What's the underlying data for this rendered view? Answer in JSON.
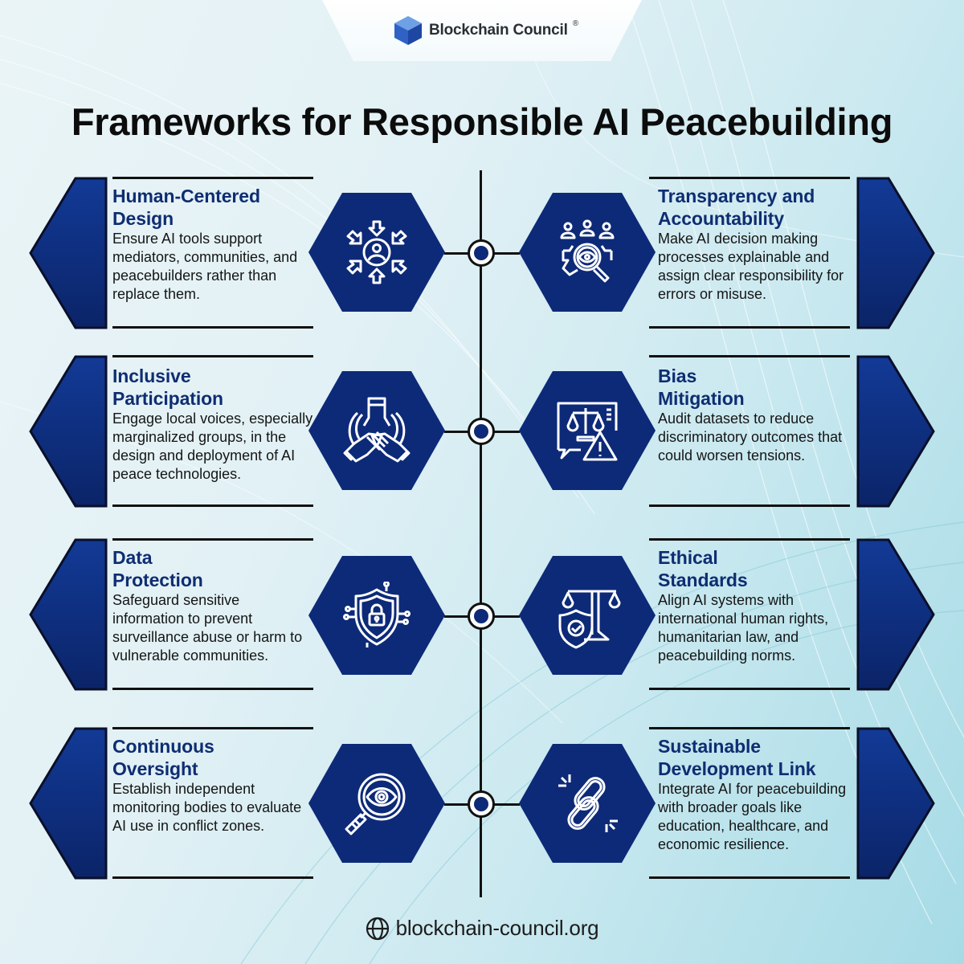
{
  "header": {
    "brand": "Blockchain Council",
    "brand_mark": "®",
    "logo_icon": "blue-cube-icon"
  },
  "title": "Frameworks for Responsible AI Peacebuilding",
  "colors": {
    "primary_navy": "#0d2a78",
    "heading_blue": "#0e2d72",
    "body_text": "#151515",
    "background_light": "#eaf4f7",
    "background_teal": "#a6dbe6",
    "icon_stroke": "#ffffff"
  },
  "left_items": [
    {
      "title": "Human-Centered Design",
      "title_lines": [
        "Human-Centered",
        "Design"
      ],
      "description": "Ensure AI tools support mediators, communities, and peacebuilders rather than replace them.",
      "icon": "person-arrows-inward-icon"
    },
    {
      "title": "Inclusive Participation",
      "title_lines": [
        "Inclusive",
        "Participation"
      ],
      "description": "Engage local voices, especially marginalized groups, in the design and deployment of AI peace technologies.",
      "icon": "stacked-hands-icon"
    },
    {
      "title": "Data Protection",
      "title_lines": [
        "Data",
        "Protection"
      ],
      "description": "Safeguard sensitive information to prevent surveillance abuse or harm to vulnerable communities.",
      "icon": "shield-lock-circuit-icon"
    },
    {
      "title": "Continuous Oversight",
      "title_lines": [
        "Continuous",
        "Oversight"
      ],
      "description": "Establish independent monitoring bodies to evaluate AI use in conflict zones.",
      "icon": "magnifier-eye-icon"
    }
  ],
  "right_items": [
    {
      "title": "Transparency and Accountability",
      "title_lines": [
        "Transparency and",
        "Accountability"
      ],
      "description": "Make AI decision making processes explainable and assign clear responsibility for errors or misuse.",
      "icon": "people-gear-magnifier-icon"
    },
    {
      "title": "Bias Mitigation",
      "title_lines": [
        "Bias",
        "Mitigation"
      ],
      "description": "Audit datasets to reduce discriminatory outcomes that could worsen tensions.",
      "icon": "scales-warning-icon"
    },
    {
      "title": "Ethical Standards",
      "title_lines": [
        "Ethical",
        "Standards"
      ],
      "description": "Align AI systems with international human rights, humanitarian law, and peacebuilding norms.",
      "icon": "scales-shield-check-icon"
    },
    {
      "title": "Sustainable Development Link",
      "title_lines": [
        "Sustainable",
        "Development Link"
      ],
      "description": "Integrate AI for peacebuilding with broader goals like education, healthcare, and economic resilience.",
      "icon": "chain-link-icon"
    }
  ],
  "footer": {
    "url": "blockchain-council.org",
    "icon": "globe-icon"
  }
}
